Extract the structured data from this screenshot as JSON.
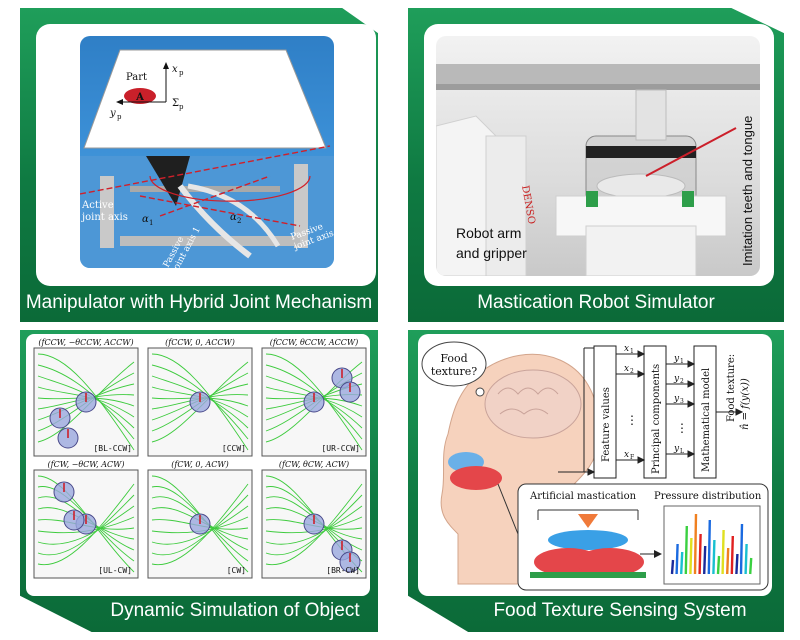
{
  "panels": {
    "manipulator": {
      "caption": "Manipulator with Hybrid Joint Mechanism",
      "part_label": "Part",
      "xp": "x",
      "yp": "y",
      "sigma_p": "Σ",
      "sub_p": "p",
      "active_axis": "Active",
      "active_axis_2": "joint axis",
      "alpha1": "α",
      "alpha2": "α",
      "sub1": "1",
      "sub2": "2",
      "passive_axis_1": "Passive",
      "passive_axis_1b": "joint axis 1",
      "passive_axis_2": "Passive",
      "passive_axis_2b": "joint axis 2"
    },
    "mastication": {
      "caption": "Mastication Robot Simulator",
      "robot_arm_1": "Robot arm",
      "robot_arm_2": "and gripper",
      "teeth_label": "Imitation teeth and tongue",
      "brand": "DENSO"
    },
    "simulation": {
      "caption": "Dynamic Simulation of Object",
      "cells": [
        {
          "title": "(fCCW, −θCCW, ACCW)",
          "tag": "[BL-CCW]"
        },
        {
          "title": "(fCCW, 0, ACCW)",
          "tag": "[CCW]"
        },
        {
          "title": "(fCCW, θCCW, ACCW)",
          "tag": "[UR-CCW]"
        },
        {
          "title": "(fCW, −θCW, ACW)",
          "tag": "[UL-CW]"
        },
        {
          "title": "(fCW, 0, ACW)",
          "tag": "[CW]"
        },
        {
          "title": "(fCW, θCW, ACW)",
          "tag": "[BR-CW]"
        }
      ]
    },
    "food": {
      "caption": "Food Texture Sensing System",
      "bubble": "Food texture?",
      "feature_values": "Feature values",
      "principal_components": "Principal components",
      "math_model": "Mathematical model",
      "food_texture_label": "Food texture:",
      "formula": "n̂ = f(y(x))",
      "x1": "x",
      "x2": "x",
      "xF": "x",
      "y1": "y",
      "y2": "y",
      "y3": "y",
      "yL": "y",
      "s1": "1",
      "s2": "2",
      "s3": "3",
      "sF": "F",
      "sL": "L",
      "dots": "⋮",
      "artificial": "Artificial mastication",
      "pressure": "Pressure distribution"
    }
  },
  "colors": {
    "green": "#138a4a",
    "field_green": "#3ecb3e",
    "disk_blue": "#9aa7dd",
    "red": "#cc1f2a"
  }
}
